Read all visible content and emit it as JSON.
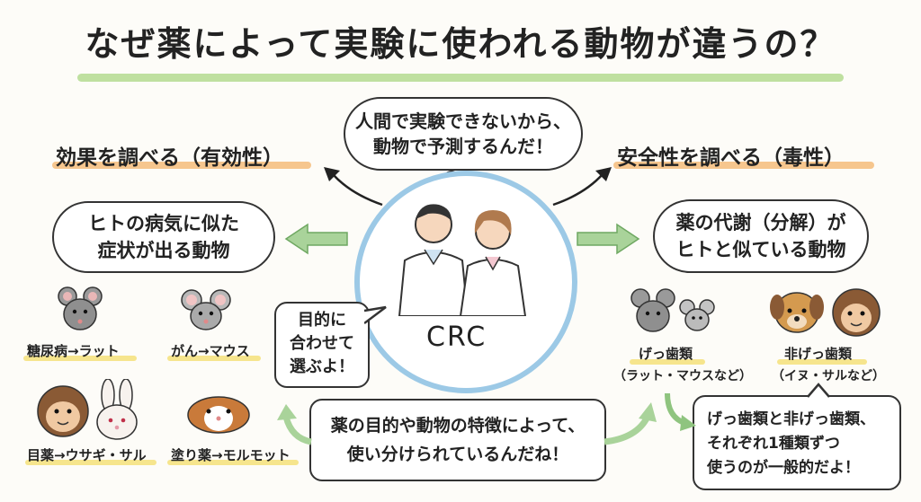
{
  "title": "なぜ薬によって実験に使われる動物が違うの？",
  "left": {
    "heading": "効果を調べる（有効性）",
    "cloud": [
      "ヒトの病気に似た",
      "症状が出る動物"
    ],
    "animals": [
      {
        "label": "糖尿病→ラット",
        "icon": "rat-icon"
      },
      {
        "label": "がん→マウス",
        "icon": "mouse-icon"
      },
      {
        "label": "目薬→ウサギ・サル",
        "icon": "monkey-rabbit-icon"
      },
      {
        "label": "塗り薬→モルモット",
        "icon": "guinea-pig-icon"
      }
    ]
  },
  "right": {
    "heading": "安全性を調べる（毒性）",
    "cloud": [
      "薬の代謝（分解）が",
      "ヒトと似ている動物"
    ],
    "rodent": {
      "label": "げっ歯類",
      "sub": "（ラット・マウスなど）",
      "icon": "rat-mouse-icon"
    },
    "nonrodent": {
      "label": "非げっ歯類",
      "sub": "（イヌ・サルなど）",
      "icon": "dog-monkey-icon"
    },
    "note": [
      "げっ歯類と非げっ歯類、",
      "それぞれ1種類ずつ",
      "使うのが一般的だよ！"
    ]
  },
  "center": {
    "thought": [
      "人間で実験できないから、",
      "動物で予測するんだ！"
    ],
    "crc": "CRC",
    "speech": [
      "目的に",
      "合わせて",
      "選ぶよ！"
    ],
    "bottom": [
      "薬の目的や動物の特徴によって、",
      "使い分けられているんだね！"
    ]
  },
  "colors": {
    "circle": "#9cc9e6",
    "arrow_green": "#a9d39a",
    "highlight_orange": "#f6c68e",
    "highlight_yellow": "#f6e58d",
    "title_line": "#bfe0a0"
  }
}
